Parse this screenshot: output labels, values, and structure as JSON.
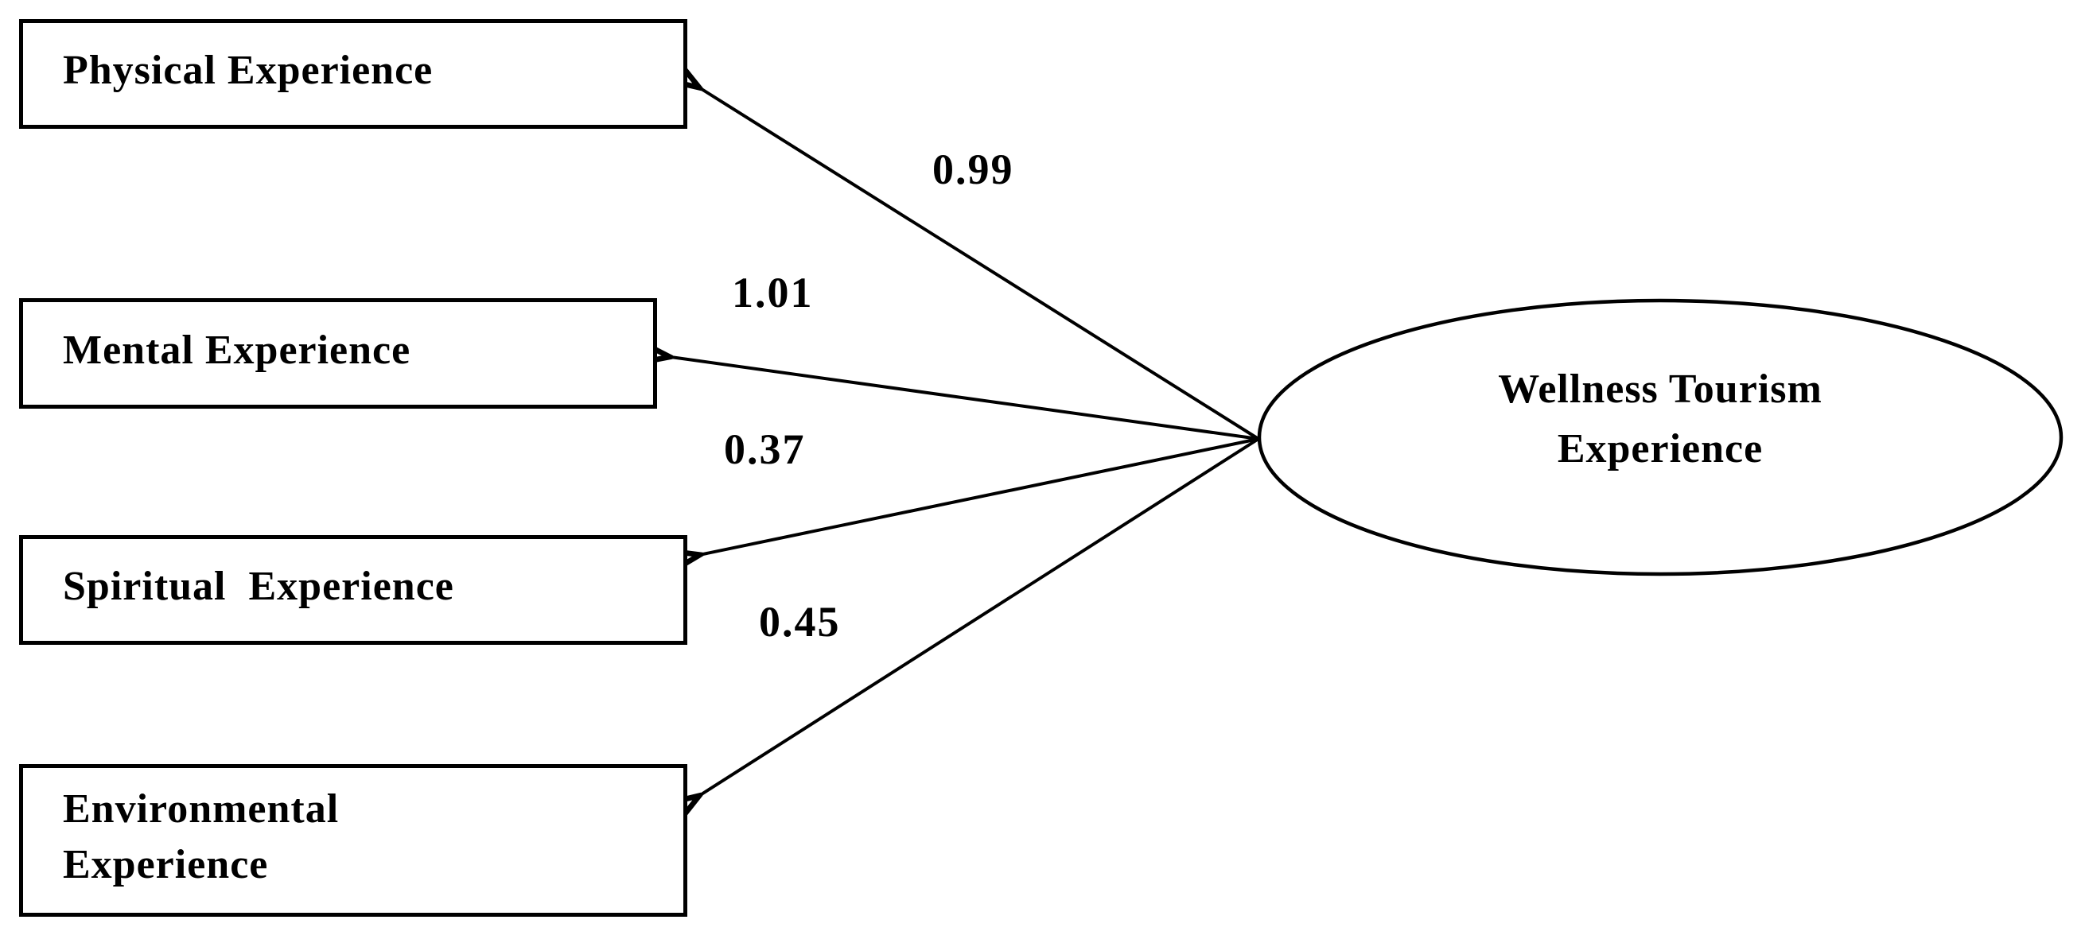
{
  "figure": {
    "background_color": "#ffffff",
    "stroke_color": "#000000",
    "type": "path-diagram"
  },
  "latent": {
    "label": "Wellness Tourism\nExperience"
  },
  "observed": [
    {
      "label": "Physical Experience"
    },
    {
      "label": "Mental Experience"
    },
    {
      "label": "Spiritual  Experience"
    },
    {
      "label": "Environmental\nExperience"
    }
  ],
  "paths": [
    {
      "from": "Wellness Tourism Experience",
      "to": "Physical Experience",
      "coefficient": "0.99"
    },
    {
      "from": "Wellness Tourism Experience",
      "to": "Mental Experience",
      "coefficient": "1.01"
    },
    {
      "from": "Wellness Tourism Experience",
      "to": "Spiritual Experience",
      "coefficient": "0.37"
    },
    {
      "from": "Wellness Tourism Experience",
      "to": "Environmental Experience",
      "coefficient": "0.45"
    }
  ]
}
